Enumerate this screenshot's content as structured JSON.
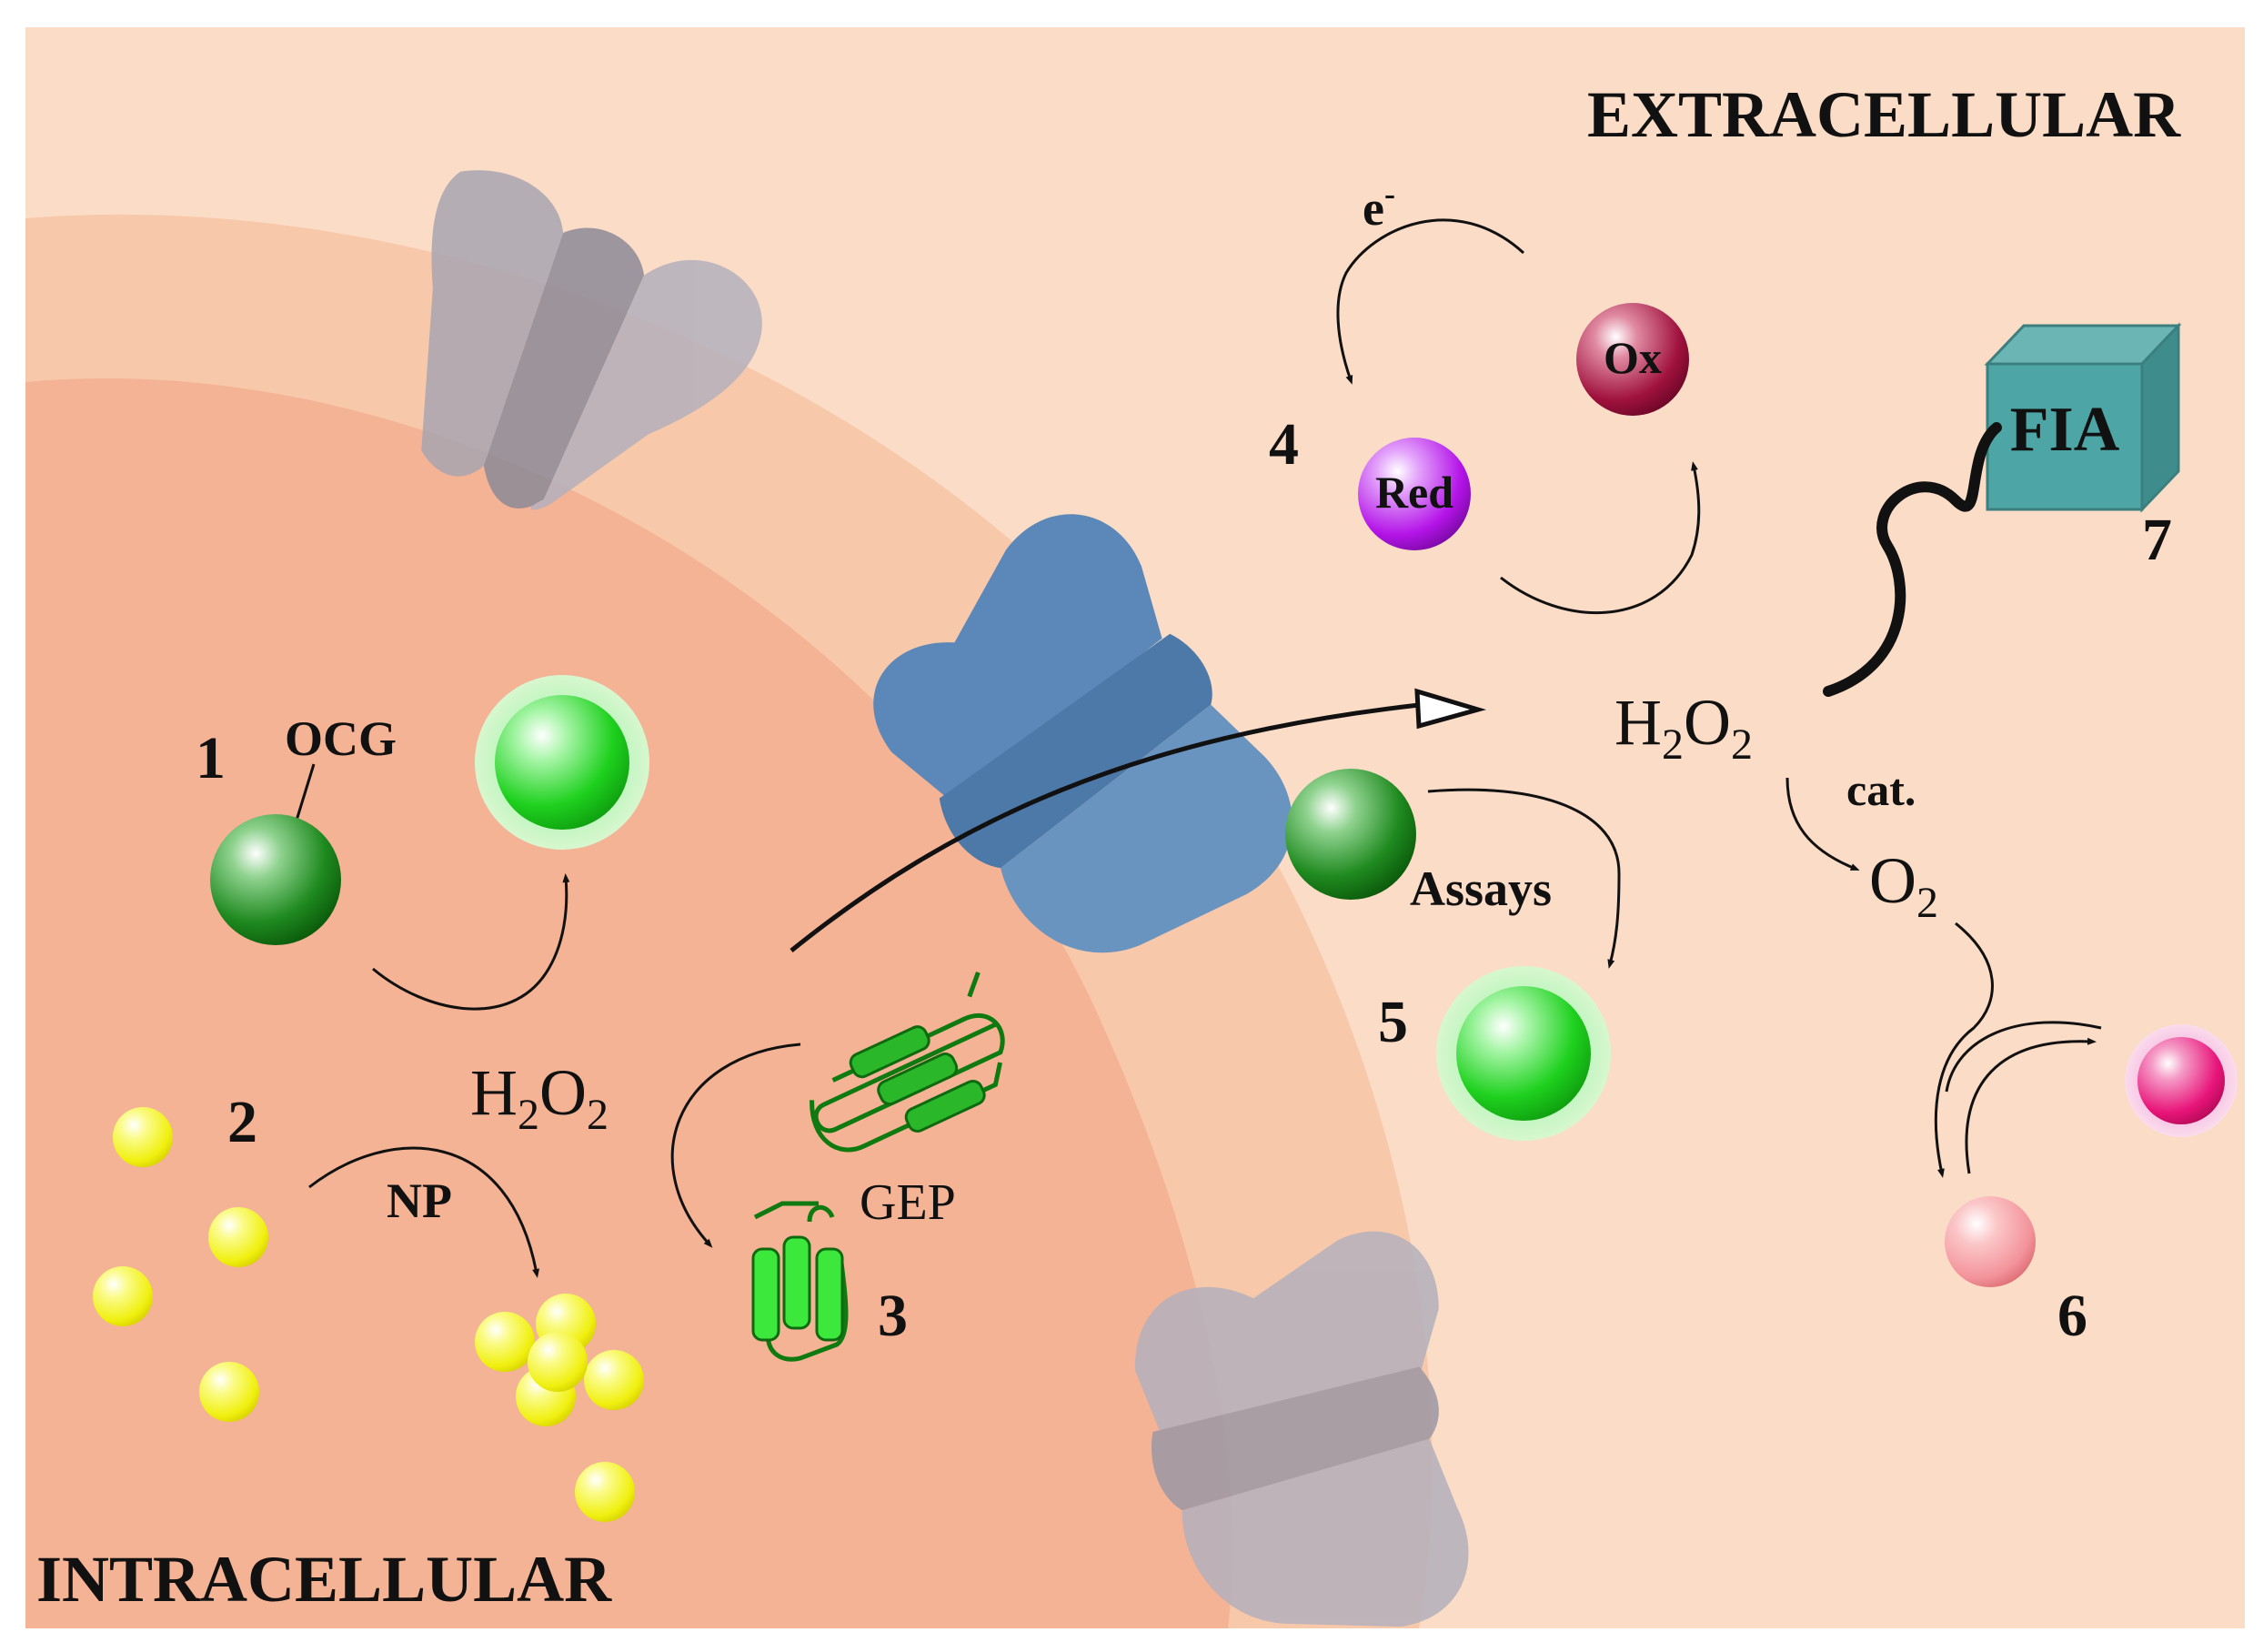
{
  "regions": {
    "extracellular_label": "EXTRACELLULAR",
    "intracellular_label": "INTRACELLULAR"
  },
  "steps": {
    "s1": "1",
    "s2": "2",
    "s3": "3",
    "s4": "4",
    "s5": "5",
    "s6": "6",
    "s7": "7"
  },
  "labels": {
    "ocg": "OCG",
    "np": "NP",
    "gep": "GEP",
    "electron": "e",
    "electron_sup": "-",
    "ox": "Ox",
    "red": "Red",
    "fia": "FIA",
    "assays": "Assays",
    "cat": "cat.",
    "h2o2_h": "H",
    "h2o2_sub1": "2",
    "h2o2_o": "O",
    "h2o2_sub2": "2",
    "o2_o": "O",
    "o2_sub": "2"
  },
  "colors": {
    "outer_bg": "#fbdcc6",
    "membrane": "#f7c8aa",
    "cytoplasm": "#f3b394",
    "channel_grey": "#a9a5b1",
    "channel_blue": "#5b88b8",
    "probe_green": "#1fd11f",
    "np_yellow": "#f4f41a",
    "ox_maroon": "#a0123e",
    "red_purple": "#b414e8",
    "fia_teal": "#4ea5a5",
    "pink_probe": "#e8157a",
    "salmon_probe": "#f3939a"
  }
}
